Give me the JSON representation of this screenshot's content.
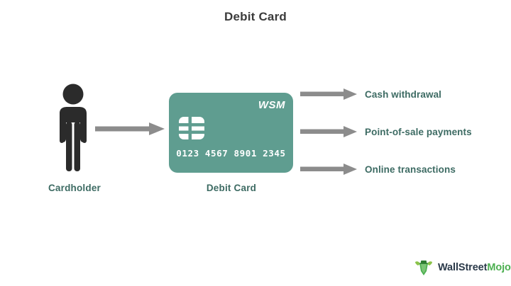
{
  "page": {
    "title": "Debit Card",
    "background_color": "#ffffff"
  },
  "diagram": {
    "source": {
      "caption": "Cardholder",
      "icon": "person-icon",
      "color": "#2b2b2b"
    },
    "flow_arrow": {
      "icon": "arrow-right-icon",
      "color": "#8c8c8c"
    },
    "card": {
      "caption": "Debit Card",
      "brand": "WSM",
      "number": "0123 4567 8901 2345",
      "chip_icon": "card-chip-icon",
      "color": "#5f9d90",
      "text_color": "#ffffff"
    },
    "usages": [
      {
        "label": "Cash withdrawal",
        "arrow_icon": "arrow-right-icon"
      },
      {
        "label": "Point-of-sale payments",
        "arrow_icon": "arrow-right-icon"
      },
      {
        "label": "Online transactions",
        "arrow_icon": "arrow-right-icon"
      }
    ],
    "label_color": "#3d6b63"
  },
  "footer": {
    "logo_mark_icon": "bull-logo-icon",
    "brand_primary": "WallStreet",
    "brand_accent": "Mojo",
    "primary_color": "#2b3a4a",
    "accent_color": "#4caf50"
  }
}
